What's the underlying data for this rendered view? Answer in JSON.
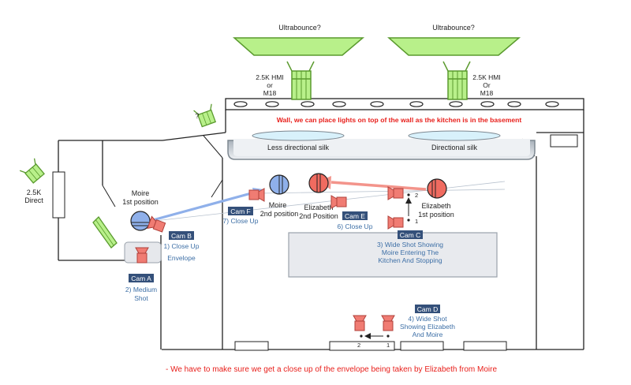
{
  "lights": {
    "ultrabounce_left": "Ultrabounce?",
    "ultrabounce_right": "Ultrabounce?",
    "hmi_left": [
      "2.5K HMI",
      "or",
      "M18"
    ],
    "hmi_right": [
      "2.5K HMI",
      "Or",
      "M18"
    ],
    "question_light": "?",
    "direct_light": [
      "2.5K",
      "Direct"
    ]
  },
  "notes": {
    "wall_note": "Wall, we can place lights on top of the wall as the kitchen is in the basement",
    "bottom_note": "- We have to make sure we get a close up of the envelope being taken by Elizabeth from Moire"
  },
  "silks": {
    "left": "Less directional silk",
    "right": "Directional silk"
  },
  "characters": {
    "moire_1": [
      "Moire",
      "1st position"
    ],
    "moire_2": [
      "Moire",
      "2nd position"
    ],
    "elizabeth_1": [
      "Elizabeth",
      "1st position"
    ],
    "elizabeth_2": [
      "Elizabeth",
      "2nd Position"
    ]
  },
  "props": {
    "envelope": "Envelope"
  },
  "cameras": {
    "a": {
      "tag": "Cam A",
      "desc": [
        "2) Medium",
        "Shot"
      ]
    },
    "b": {
      "tag": "Cam B",
      "desc": [
        "1) Close Up"
      ]
    },
    "c": {
      "tag": "Cam C",
      "desc": [
        "3) Wide Shot Showing",
        "Moire Entering The",
        "Kitchen And Stopping"
      ]
    },
    "d": {
      "tag": "Cam D",
      "desc": [
        "4) Wide Shot",
        "Showing Elizabeth",
        "And Moire"
      ]
    },
    "e": {
      "tag": "Cam E",
      "desc": [
        "6) Close Up"
      ]
    },
    "f": {
      "tag": "Cam F",
      "desc": [
        "7) Close Up"
      ]
    }
  },
  "marks": {
    "c_1": "1",
    "c_2": "2",
    "d_1": "1",
    "d_2": "2"
  },
  "colors": {
    "light_green": "#b8f08a",
    "light_green_stroke": "#5a9a2e",
    "camera_red": "#f07c73",
    "camera_stroke": "#b0403a",
    "cam_tag": "#34507a",
    "desc_blue": "#3d6fa6",
    "note_red": "#e8201c",
    "moire_blue": "#6f9ee8",
    "elizabeth_red": "#f06b60"
  }
}
